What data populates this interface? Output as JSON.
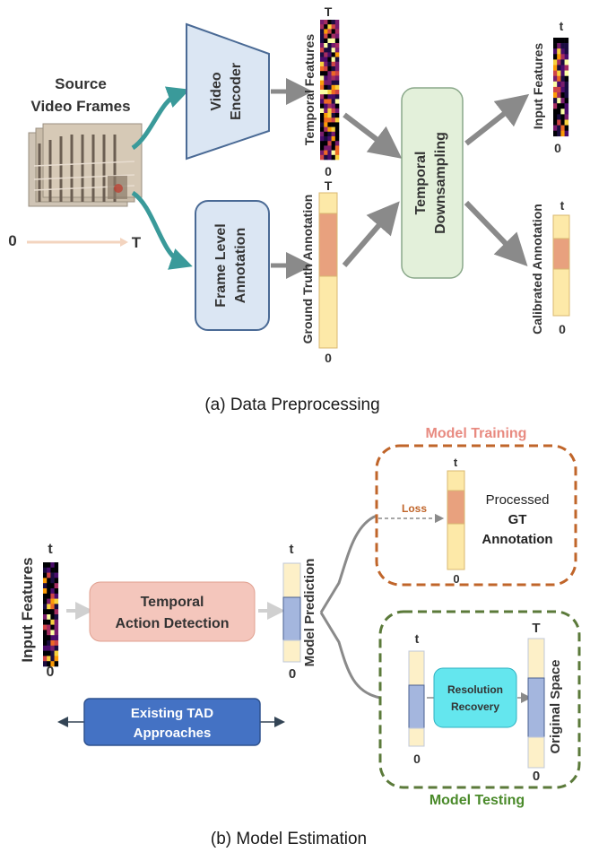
{
  "part_a": {
    "caption": "(a) Data Preprocessing",
    "source_frames": {
      "line1": "Source",
      "line2": "Video Frames"
    },
    "timeline": {
      "start": "0",
      "end": "T"
    },
    "video_encoder": {
      "line1": "Video",
      "line2": "Encoder"
    },
    "frame_annotation": {
      "line1": "Frame Level",
      "line2": "Annotation"
    },
    "temporal_features": {
      "label": "Temporal Features",
      "top": "T",
      "bottom": "0"
    },
    "gt_annotation": {
      "label": "Ground Truth Annotation",
      "top": "T",
      "bottom": "0"
    },
    "downsampling": {
      "line1": "Temporal",
      "line2": "Downsampling"
    },
    "input_features": {
      "label": "Input Features",
      "top": "t",
      "bottom": "0"
    },
    "calibrated": {
      "label": "Calibrated Annotation",
      "top": "t",
      "bottom": "0"
    }
  },
  "part_b": {
    "caption": "(b) Model Estimation",
    "input_features": {
      "label": "Input Features",
      "top": "t",
      "bottom": "0"
    },
    "tad": {
      "line1": "Temporal",
      "line2": "Action Detection"
    },
    "prediction": {
      "label": "Model Prediction",
      "top": "t",
      "bottom": "0"
    },
    "existing": {
      "line1": "Existing TAD",
      "line2": "Approaches"
    },
    "training": {
      "title": "Model Training",
      "loss": "Loss",
      "bar_top": "t",
      "bar_bottom": "0",
      "processed": {
        "line1": "Processed",
        "line2": "GT",
        "line3": "Annotation"
      }
    },
    "testing": {
      "title": "Model Testing",
      "bar_top": "t",
      "bar_bottom": "0",
      "recovery": {
        "line1": "Resolution",
        "line2": "Recovery"
      },
      "original": {
        "label": "Original Space",
        "top": "T",
        "bottom": "0"
      }
    }
  },
  "colors": {
    "teal_arrow": "#3a9a9a",
    "gray_arrow": "#8a8a8a",
    "encoder_fill": "#dbe6f3",
    "encoder_stroke": "#4a6a95",
    "downsampling_fill": "#e3f0da",
    "tad_fill": "#f4c6bc",
    "existing_fill": "#4472c4",
    "recovery_fill": "#64e6ee",
    "training_border": "#c0652a",
    "training_title": "#e88a80",
    "testing_border": "#5b7a3a",
    "testing_title": "#4a8a2a",
    "annot_light": "#fde9a8",
    "annot_action": "#e8a17e",
    "pred_action": "#a4b6de"
  }
}
